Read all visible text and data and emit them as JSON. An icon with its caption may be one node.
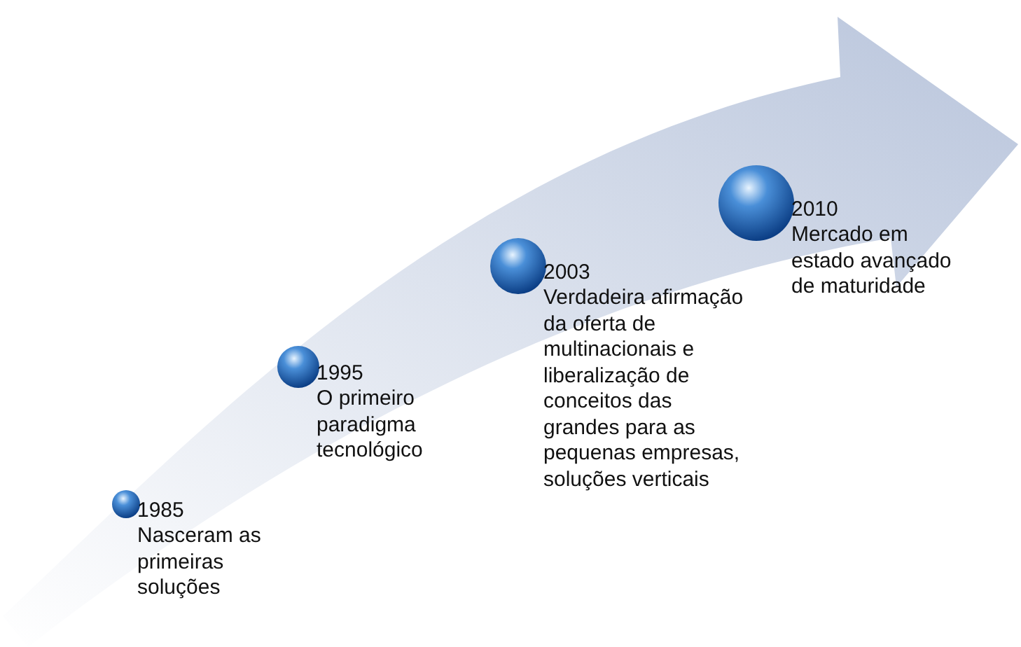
{
  "diagram": {
    "nodes": [
      {
        "text": [
          "1985",
          "Nasceram as primeiras soluções"
        ]
      },
      {
        "text": [
          "1995",
          "O primeiro paradigma tecnológico"
        ]
      },
      {
        "text": [
          "2003",
          "Verdadeira afirmação da oferta de multinacionais e liberalização de conceitos das grandes para as pequenas empresas, soluções verticais"
        ]
      },
      {
        "text": [
          "2010",
          "Mercado em estado avançado de maturidade"
        ]
      }
    ],
    "edges": []
  }
}
